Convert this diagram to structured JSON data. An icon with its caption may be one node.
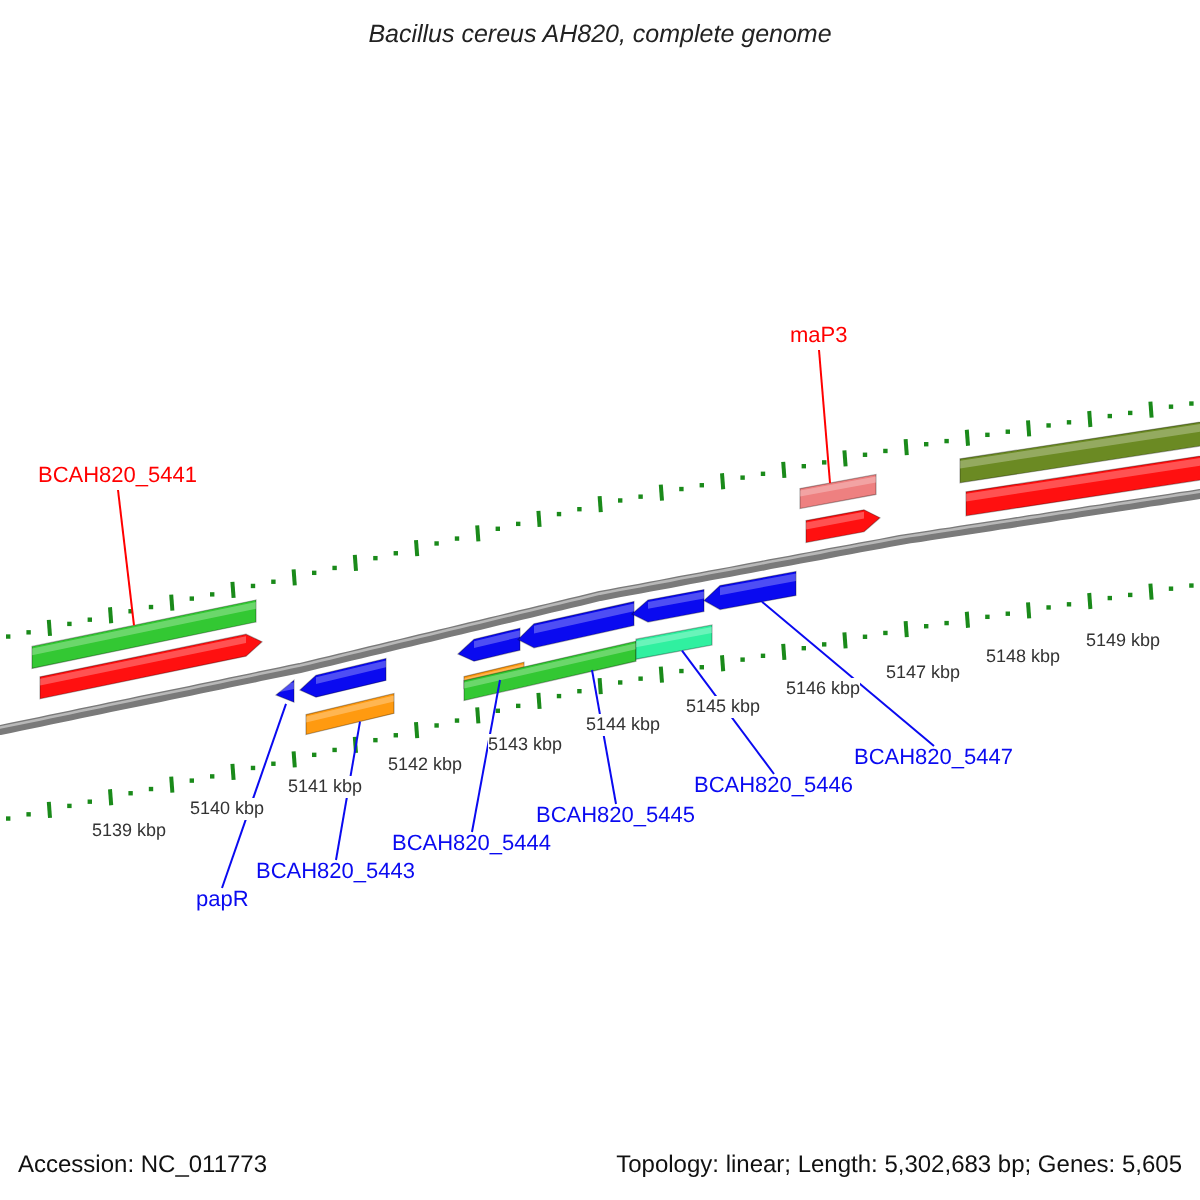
{
  "diagram": {
    "title": "Bacillus cereus AH820, complete genome",
    "nodes": [
      {
        "text": [
          "BCAH820_5441"
        ]
      },
      {
        "text": [],
        "shape": "bar"
      },
      {
        "text": [
          "maP3"
        ]
      },
      {
        "text": [],
        "shape": "bar"
      },
      {
        "text": [
          "papR"
        ]
      },
      {
        "text": [],
        "shape": "bar"
      },
      {
        "text": [
          "BCAH820_5443"
        ]
      },
      {
        "text": [],
        "shape": "bar"
      },
      {
        "text": [
          "BCAH820_5444"
        ]
      },
      {
        "text": [],
        "shape": "bar"
      },
      {
        "text": [
          "BCAH820_5445"
        ]
      },
      {
        "text": [],
        "shape": "bar"
      },
      {
        "text": [
          "BCAH820_5446"
        ]
      },
      {
        "text": [],
        "shape": "bar"
      },
      {
        "text": [
          "BCAH820_5447"
        ]
      },
      {
        "text": [],
        "shape": "bar"
      },
      {
        "text": [],
        "shape": "bar"
      }
    ],
    "edges": [
      {
        "from": 0,
        "to": 1,
        "arrow": "none",
        "color": "#ff0000"
      },
      {
        "from": 2,
        "to": 3,
        "arrow": "none",
        "color": "#ff0000"
      },
      {
        "from": 4,
        "to": 5,
        "arrow": "none"
      },
      {
        "from": 6,
        "to": 7,
        "arrow": "none"
      },
      {
        "from": 8,
        "to": 9,
        "arrow": "none"
      },
      {
        "from": 10,
        "to": 11,
        "arrow": "none"
      },
      {
        "from": 12,
        "to": 13,
        "arrow": "none"
      },
      {
        "from": 14,
        "to": 15,
        "arrow": "none"
      }
    ],
    "labels": [
      "5139 kbp",
      "5140 kbp",
      "5141 kbp",
      "5142 kbp",
      "5143 kbp",
      "5144 kbp",
      "5145 kbp",
      "5146 kbp",
      "5147 kbp",
      "5148 kbp",
      "5149 kbp",
      "Accession: NC_011773",
      "Topology: linear; Length: 5,302,683 bp; Genes: 5,605"
    ]
  }
}
